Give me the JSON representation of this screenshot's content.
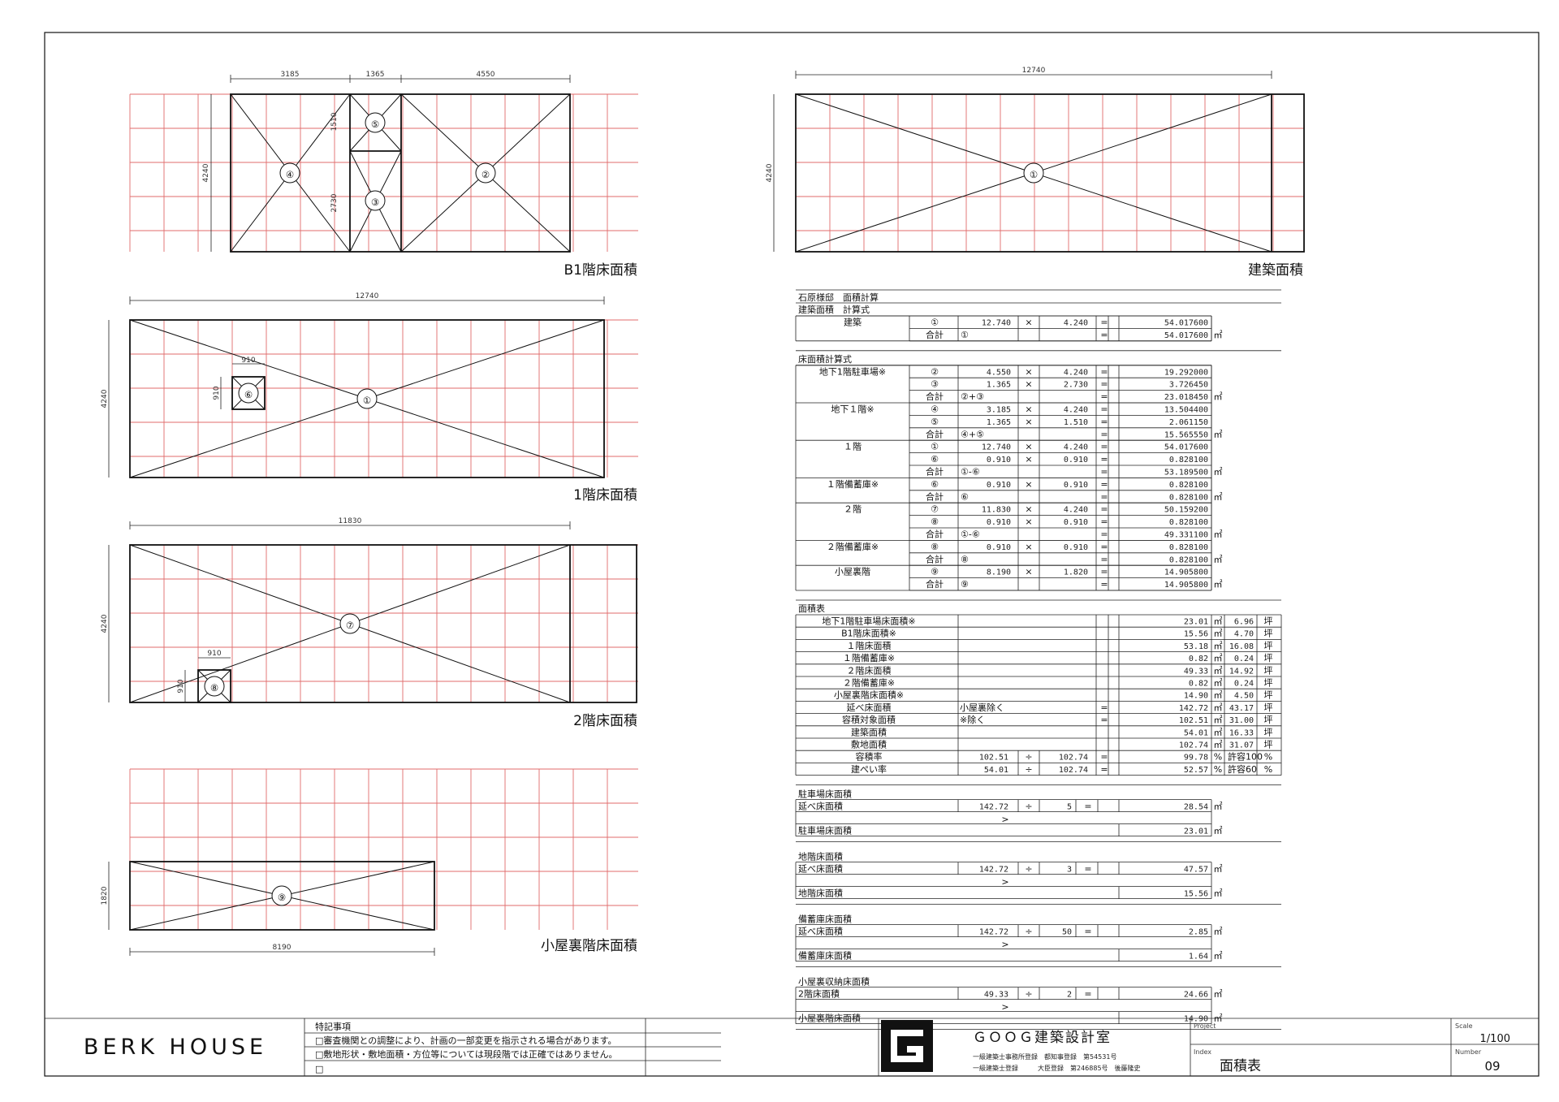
{
  "plans": {
    "b1": {
      "title": "B1階床面積",
      "dims_top": [
        "3185",
        "1365",
        "4550"
      ],
      "dim_left": "4240",
      "dim_inner_a": "1510",
      "dim_inner_b": "2730",
      "markers": [
        "④",
        "⑤",
        "③",
        "②"
      ]
    },
    "site": {
      "title": "建築面積",
      "dim_top": "12740",
      "dim_left": "4240",
      "marker": "①"
    },
    "f1": {
      "title": "1階床面積",
      "dim_top": "12740",
      "dim_left": "4240",
      "dim_small_h": "910",
      "dim_small_v": "910",
      "markers": [
        "⑥",
        "①"
      ]
    },
    "f2": {
      "title": "2階床面積",
      "dim_top": "11830",
      "dim_left": "4240",
      "dim_small_h": "910",
      "dim_small_v": "910",
      "markers": [
        "⑦",
        "⑧"
      ]
    },
    "attic": {
      "title": "小屋裏階床面積",
      "dim_bottom": "8190",
      "dim_left": "1820",
      "marker": "⑨"
    }
  },
  "calc": {
    "title": "石原様邸　面積計算",
    "building_header": "建築面積　計算式",
    "building_rows": [
      [
        "建築",
        "①",
        "12.740",
        "×",
        "4.240",
        "=",
        "54.017600",
        ""
      ],
      [
        "",
        "合計",
        "①",
        "",
        "",
        "=",
        "54.017600",
        "㎡"
      ]
    ],
    "floor_header": "床面積計算式",
    "floor_rows": [
      [
        "地下1階駐車場※",
        "②",
        "4.550",
        "×",
        "4.240",
        "=",
        "19.292000",
        ""
      ],
      [
        "",
        "③",
        "1.365",
        "×",
        "2.730",
        "=",
        "3.726450",
        ""
      ],
      [
        "",
        "合計",
        "②+③",
        "",
        "",
        "=",
        "23.018450",
        "㎡"
      ],
      [
        "地下１階※",
        "④",
        "3.185",
        "×",
        "4.240",
        "=",
        "13.504400",
        ""
      ],
      [
        "",
        "⑤",
        "1.365",
        "×",
        "1.510",
        "=",
        "2.061150",
        ""
      ],
      [
        "",
        "合計",
        "④+⑤",
        "",
        "",
        "=",
        "15.565550",
        "㎡"
      ],
      [
        "１階",
        "①",
        "12.740",
        "×",
        "4.240",
        "=",
        "54.017600",
        ""
      ],
      [
        "",
        "⑥",
        "0.910",
        "×",
        "0.910",
        "=",
        "0.828100",
        ""
      ],
      [
        "",
        "合計",
        "①-⑥",
        "",
        "",
        "=",
        "53.189500",
        "㎡"
      ],
      [
        "１階備蓄庫※",
        "⑥",
        "0.910",
        "×",
        "0.910",
        "=",
        "0.828100",
        ""
      ],
      [
        "",
        "合計",
        "⑥",
        "",
        "",
        "=",
        "0.828100",
        "㎡"
      ],
      [
        "２階",
        "⑦",
        "11.830",
        "×",
        "4.240",
        "=",
        "50.159200",
        ""
      ],
      [
        "",
        "⑧",
        "0.910",
        "×",
        "0.910",
        "=",
        "0.828100",
        ""
      ],
      [
        "",
        "合計",
        "①-⑥",
        "",
        "",
        "=",
        "49.331100",
        "㎡"
      ],
      [
        "２階備蓄庫※",
        "⑧",
        "0.910",
        "×",
        "0.910",
        "=",
        "0.828100",
        ""
      ],
      [
        "",
        "合計",
        "⑧",
        "",
        "",
        "=",
        "0.828100",
        "㎡"
      ],
      [
        "小屋裏階",
        "⑨",
        "8.190",
        "×",
        "1.820",
        "=",
        "14.905800",
        ""
      ],
      [
        "",
        "合計",
        "⑨",
        "",
        "",
        "=",
        "14.905800",
        "㎡"
      ]
    ],
    "area_header": "面積表",
    "area_rows": [
      [
        "地下1階駐車場床面積※",
        "",
        "",
        "",
        "23.01",
        "㎡",
        "6.96",
        "坪"
      ],
      [
        "B1階床面積※",
        "",
        "",
        "",
        "15.56",
        "㎡",
        "4.70",
        "坪"
      ],
      [
        "１階床面積",
        "",
        "",
        "",
        "53.18",
        "㎡",
        "16.08",
        "坪"
      ],
      [
        "１階備蓄庫※",
        "",
        "",
        "",
        "0.82",
        "㎡",
        "0.24",
        "坪"
      ],
      [
        "２階床面積",
        "",
        "",
        "",
        "49.33",
        "㎡",
        "14.92",
        "坪"
      ],
      [
        "２階備蓄庫※",
        "",
        "",
        "",
        "0.82",
        "㎡",
        "0.24",
        "坪"
      ],
      [
        "小屋裏階床面積※",
        "",
        "",
        "",
        "14.90",
        "㎡",
        "4.50",
        "坪"
      ],
      [
        "延べ床面積",
        "小屋裏除く",
        "",
        "=",
        "142.72",
        "㎡",
        "43.17",
        "坪"
      ],
      [
        "容積対象面積",
        "※除く",
        "",
        "=",
        "102.51",
        "㎡",
        "31.00",
        "坪"
      ],
      [
        "建築面積",
        "",
        "",
        "",
        "54.01",
        "㎡",
        "16.33",
        "坪"
      ],
      [
        "敷地面積",
        "",
        "",
        "",
        "102.74",
        "㎡",
        "31.07",
        "坪"
      ],
      [
        "容積率",
        "102.51",
        "÷",
        "102.74",
        "=",
        "99.78",
        "%",
        "許容100",
        "%"
      ],
      [
        "建ぺい率",
        "54.01",
        "÷",
        "102.74",
        "=",
        "52.57",
        "%",
        "許容60",
        "%"
      ]
    ],
    "blocks": [
      {
        "header": "駐車場床面積",
        "r1": [
          "延べ床面積",
          "142.72",
          "÷",
          "5",
          "=",
          "28.54",
          "㎡"
        ],
        "gt": ">",
        "r2": [
          "駐車場床面積",
          "23.01",
          "㎡"
        ]
      },
      {
        "header": "地階床面積",
        "r1": [
          "延べ床面積",
          "142.72",
          "÷",
          "3",
          "=",
          "47.57",
          "㎡"
        ],
        "gt": ">",
        "r2": [
          "地階床面積",
          "15.56",
          "㎡"
        ]
      },
      {
        "header": "備蓄庫床面積",
        "r1": [
          "延べ床面積",
          "142.72",
          "÷",
          "50",
          "=",
          "2.85",
          "㎡"
        ],
        "gt": ">",
        "r2": [
          "備蓄庫床面積",
          "1.64",
          "㎡"
        ]
      },
      {
        "header": "小屋裏収納床面積",
        "r1": [
          "2階床面積",
          "49.33",
          "÷",
          "2",
          "=",
          "24.66",
          "㎡"
        ],
        "gt": ">",
        "r2": [
          "小屋裏階床面積",
          "14.90",
          "㎡"
        ]
      }
    ]
  },
  "titleblock": {
    "project_name": "BERK HOUSE",
    "notes_header": "特記事項",
    "notes": [
      "□審査機関との調整により、計画の一部変更を指示される場合があります。",
      "□敷地形状・敷地面積・方位等については現段階では正確ではありません。",
      "□"
    ],
    "office_name": "ＧＯＯＧ建築設計室",
    "office_line1": "一級建築士事務所登録　都知事登録　第54531号",
    "office_line2": "一級建築士登録　　　大臣登録　第246885号　後藤隆史",
    "project_label": "Project",
    "index_label": "Index",
    "index_value": "面積表",
    "scale_label": "Scale",
    "scale_value": "1/100",
    "number_label": "Number",
    "number_value": "09"
  }
}
